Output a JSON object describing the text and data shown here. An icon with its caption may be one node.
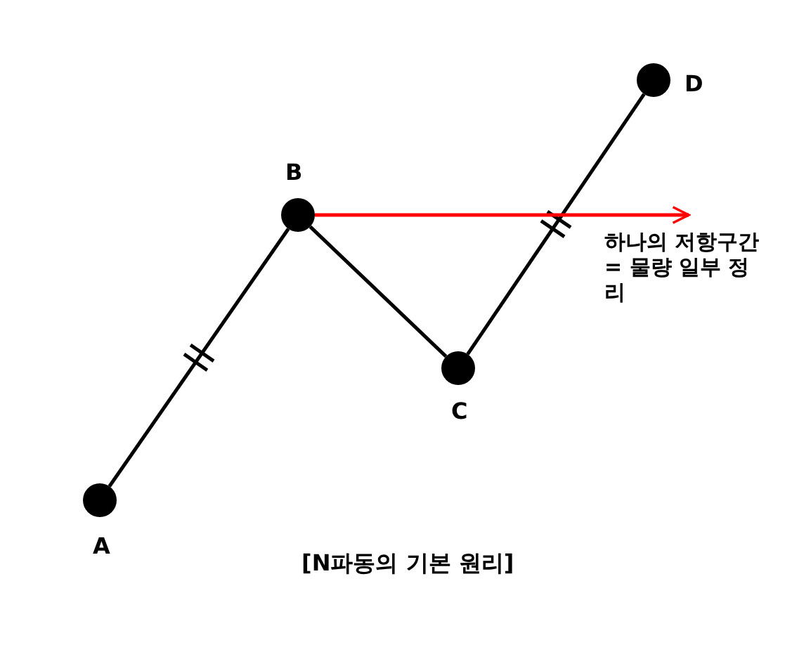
{
  "diagram": {
    "caption": "[N파동의 기본 원리]",
    "nodes": [
      {
        "text": [],
        "shape": "circle",
        "beside": [
          "A"
        ]
      },
      {
        "text": [],
        "shape": "circle",
        "beside": [
          "B"
        ]
      },
      {
        "text": [],
        "shape": "circle",
        "beside": [
          "C"
        ]
      },
      {
        "text": [],
        "shape": "circle",
        "beside": [
          "D"
        ]
      }
    ],
    "edges": [
      {
        "from": 0,
        "to": 1,
        "arrow": "none"
      },
      {
        "from": 1,
        "to": 2,
        "arrow": "none"
      },
      {
        "from": 2,
        "to": 3,
        "arrow": "none"
      },
      {
        "from": 1,
        "to": null,
        "arrow": "to",
        "color": "#ff0000",
        "label": "하나의 저항구간 = 물량 일부 정리"
      }
    ]
  }
}
